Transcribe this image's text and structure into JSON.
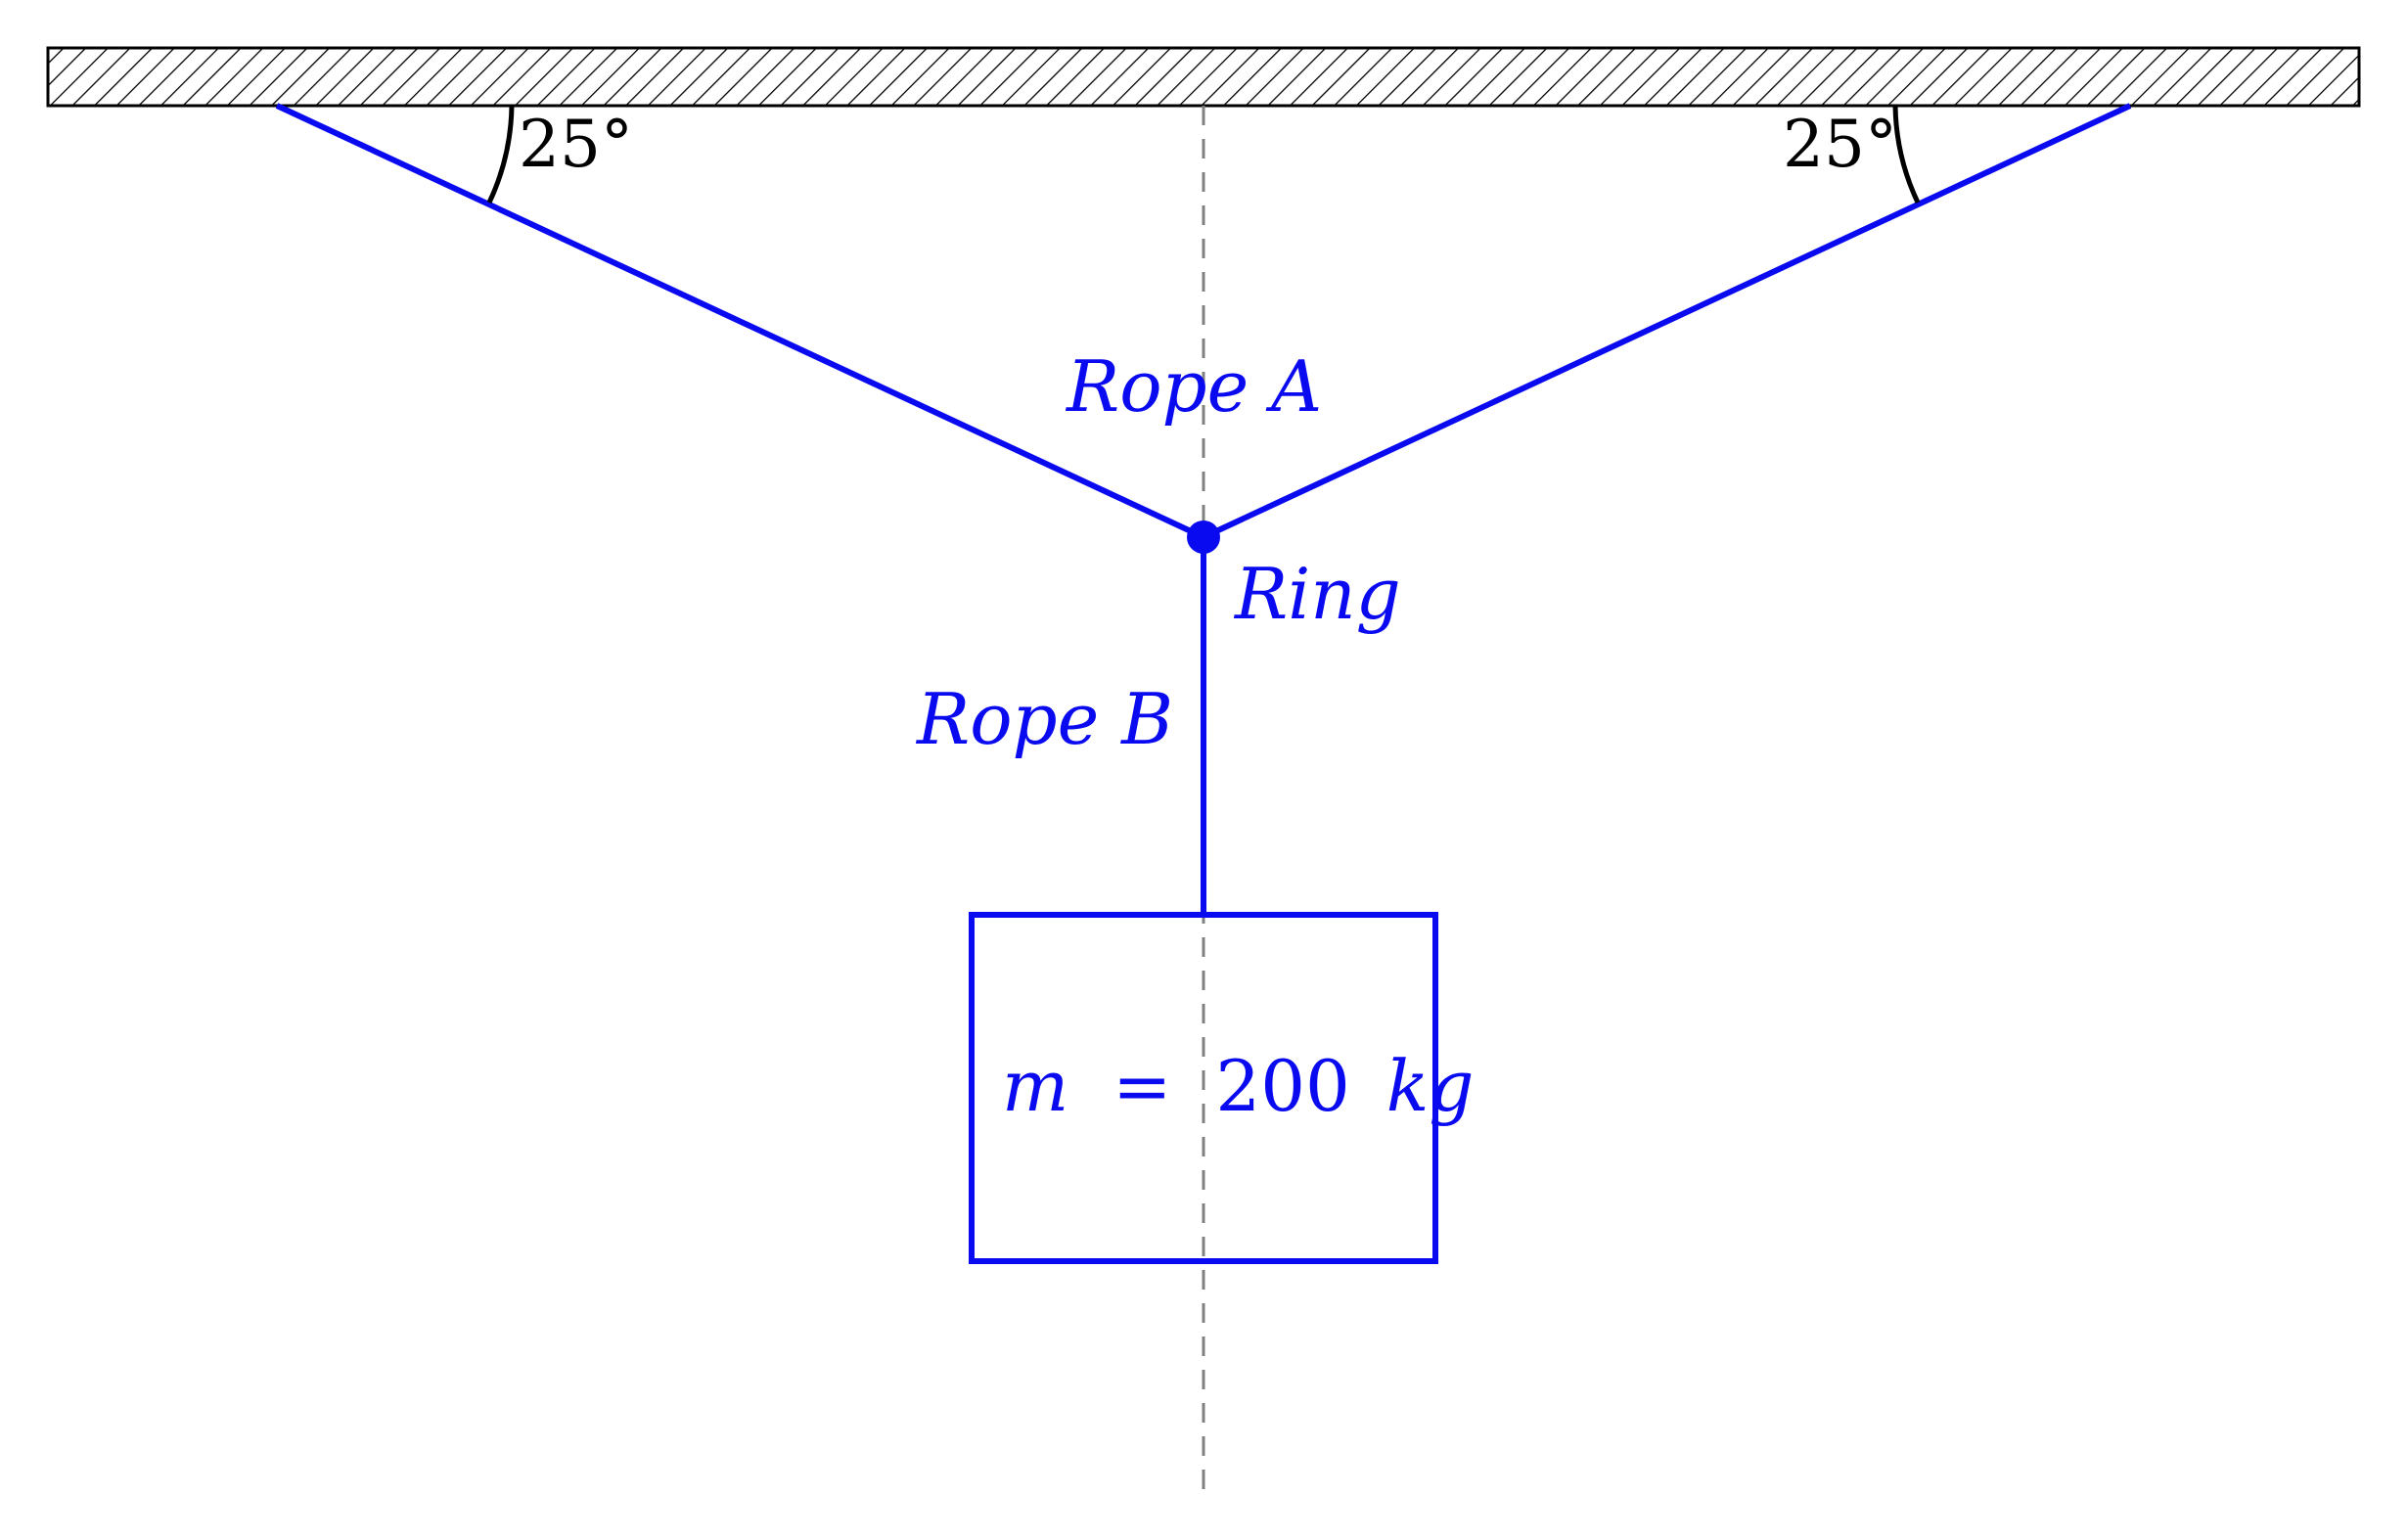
{
  "colors": {
    "rope": "#0a0af0",
    "ceiling": "#000000",
    "guide": "#808080",
    "background": "#ffffff"
  },
  "labels": {
    "angle_left": "25°",
    "angle_right": "25°",
    "rope_a": "Rope A",
    "rope_b": "Rope B",
    "ring": "Ring",
    "mass_symbol": "m",
    "mass_equals": "=",
    "mass_value": "200",
    "mass_unit": "kg"
  }
}
